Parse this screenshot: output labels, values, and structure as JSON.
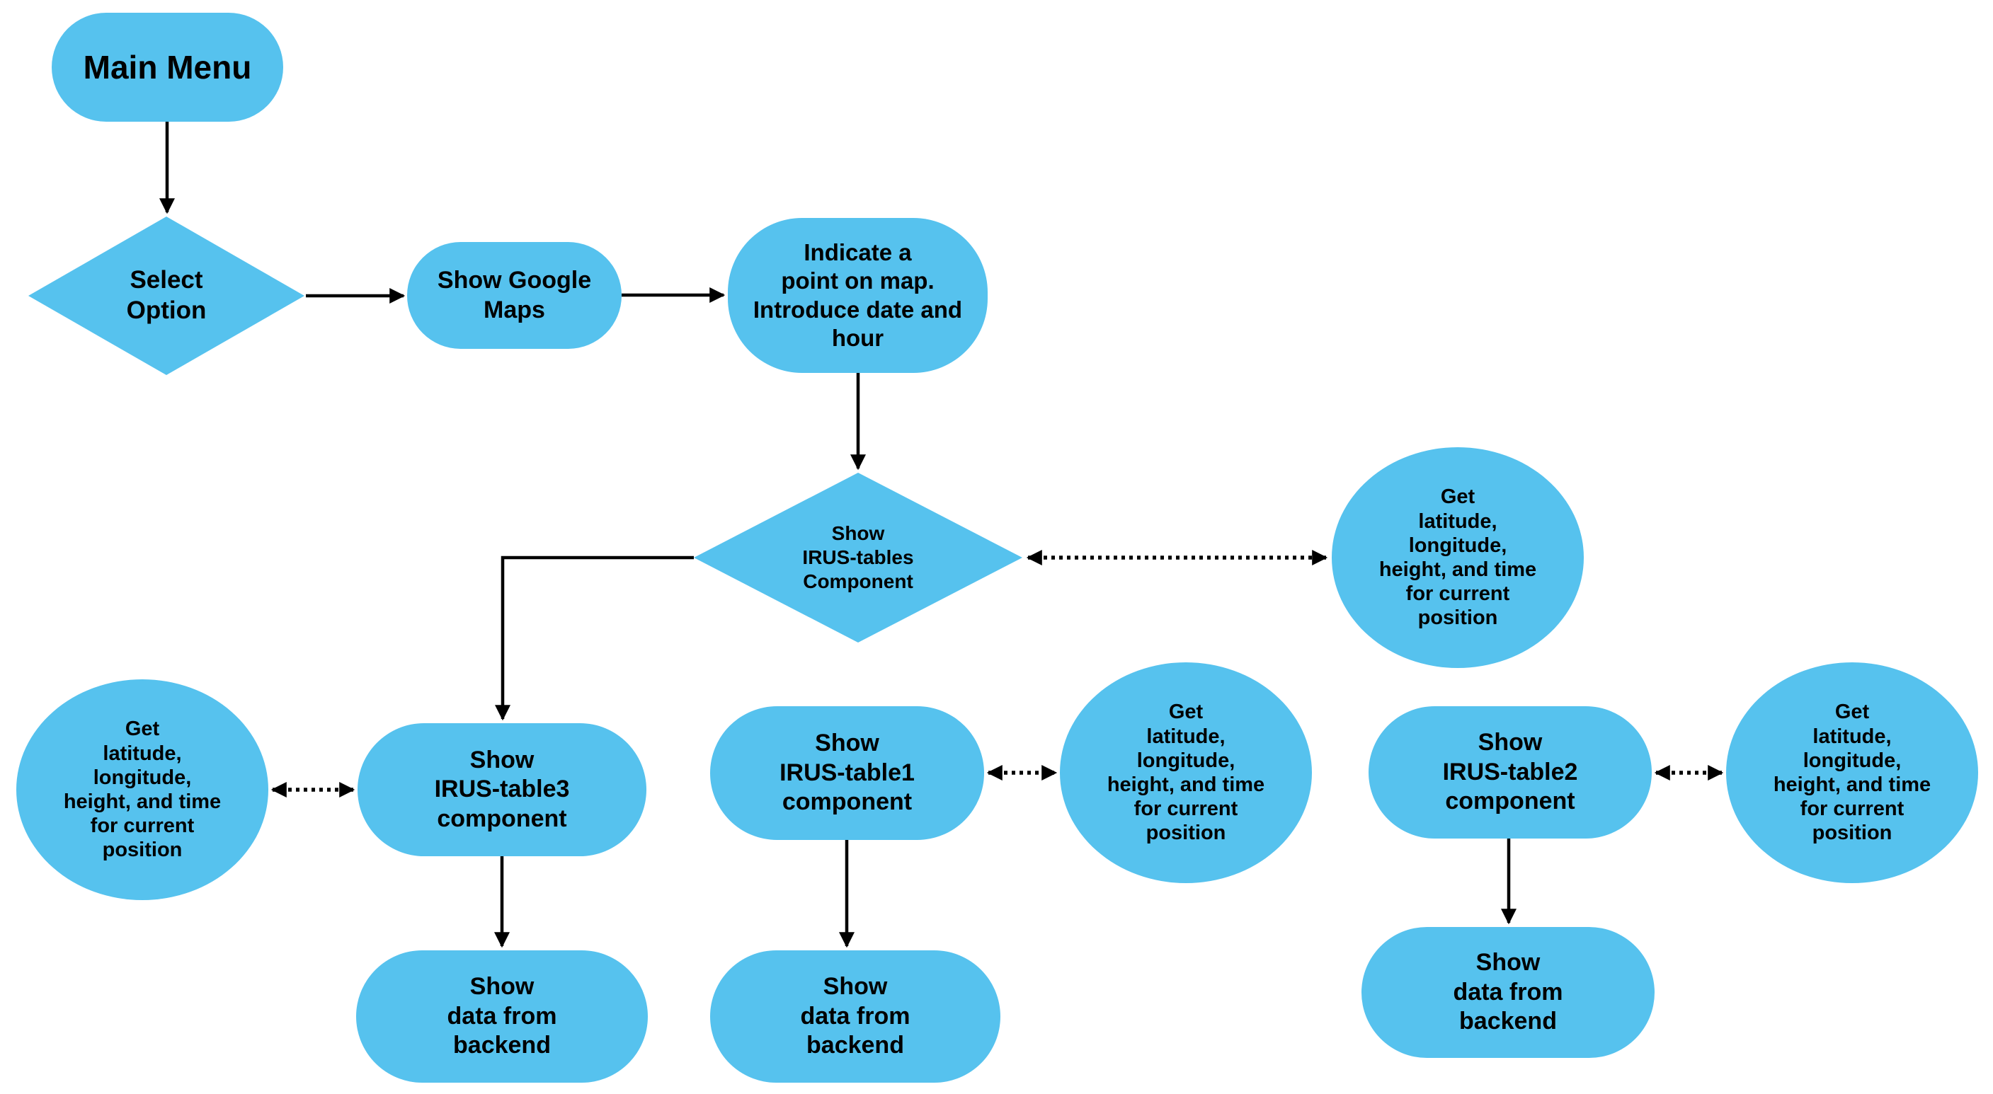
{
  "diagram": {
    "type": "flowchart",
    "colors": {
      "node_fill": "#56C2EE",
      "text": "#000000",
      "connector": "#000000",
      "background": "#FFFFFF"
    },
    "nodes": {
      "main_menu": {
        "label": "Main Menu",
        "shape": "rounded"
      },
      "select_option": {
        "label": "Select\nOption",
        "shape": "diamond"
      },
      "show_google_maps": {
        "label": "Show Google\nMaps",
        "shape": "rounded"
      },
      "indicate_point": {
        "label": "Indicate a\npoint on map.\nIntroduce date and\nhour",
        "shape": "rounded"
      },
      "show_irus_tables": {
        "label": "Show\nIRUS-tables\nComponent",
        "shape": "diamond"
      },
      "get_position_top_right": {
        "label": "Get\nlatitude,\nlongitude,\nheight, and time\nfor current\nposition",
        "shape": "circle"
      },
      "get_position_left": {
        "label": "Get\nlatitude,\nlongitude,\nheight, and time\nfor current\nposition",
        "shape": "circle"
      },
      "get_position_middle": {
        "label": "Get\nlatitude,\nlongitude,\nheight, and time\nfor current\nposition",
        "shape": "circle"
      },
      "get_position_right": {
        "label": "Get\nlatitude,\nlongitude,\nheight, and time\nfor current\nposition",
        "shape": "circle"
      },
      "show_irus_table3": {
        "label": "Show\nIRUS-table3\ncomponent",
        "shape": "rounded"
      },
      "show_irus_table1": {
        "label": "Show\nIRUS-table1\ncomponent",
        "shape": "rounded"
      },
      "show_irus_table2": {
        "label": "Show\nIRUS-table2\ncomponent",
        "shape": "rounded"
      },
      "show_data_backend_left": {
        "label": "Show\ndata from\nbackend",
        "shape": "rounded"
      },
      "show_data_backend_middle": {
        "label": "Show\ndata from\nbackend",
        "shape": "rounded"
      },
      "show_data_backend_right": {
        "label": "Show\ndata from\nbackend",
        "shape": "rounded"
      }
    },
    "edges": [
      {
        "from": "main_menu",
        "to": "select_option",
        "style": "solid",
        "arrows": "one-way"
      },
      {
        "from": "select_option",
        "to": "show_google_maps",
        "style": "solid",
        "arrows": "one-way"
      },
      {
        "from": "show_google_maps",
        "to": "indicate_point",
        "style": "solid",
        "arrows": "one-way"
      },
      {
        "from": "indicate_point",
        "to": "show_irus_tables",
        "style": "solid",
        "arrows": "one-way"
      },
      {
        "from": "show_irus_tables",
        "to": "get_position_top_right",
        "style": "dotted",
        "arrows": "two-way"
      },
      {
        "from": "show_irus_tables",
        "to": "show_irus_table3",
        "style": "solid",
        "arrows": "one-way"
      },
      {
        "from": "get_position_left",
        "to": "show_irus_table3",
        "style": "dotted",
        "arrows": "two-way"
      },
      {
        "from": "show_irus_table3",
        "to": "show_data_backend_left",
        "style": "solid",
        "arrows": "one-way"
      },
      {
        "from": "show_irus_table1",
        "to": "get_position_middle",
        "style": "dotted",
        "arrows": "two-way"
      },
      {
        "from": "show_irus_table1",
        "to": "show_data_backend_middle",
        "style": "solid",
        "arrows": "one-way"
      },
      {
        "from": "show_irus_table2",
        "to": "get_position_right",
        "style": "dotted",
        "arrows": "two-way"
      },
      {
        "from": "show_irus_table2",
        "to": "show_data_backend_right",
        "style": "solid",
        "arrows": "one-way"
      }
    ]
  }
}
